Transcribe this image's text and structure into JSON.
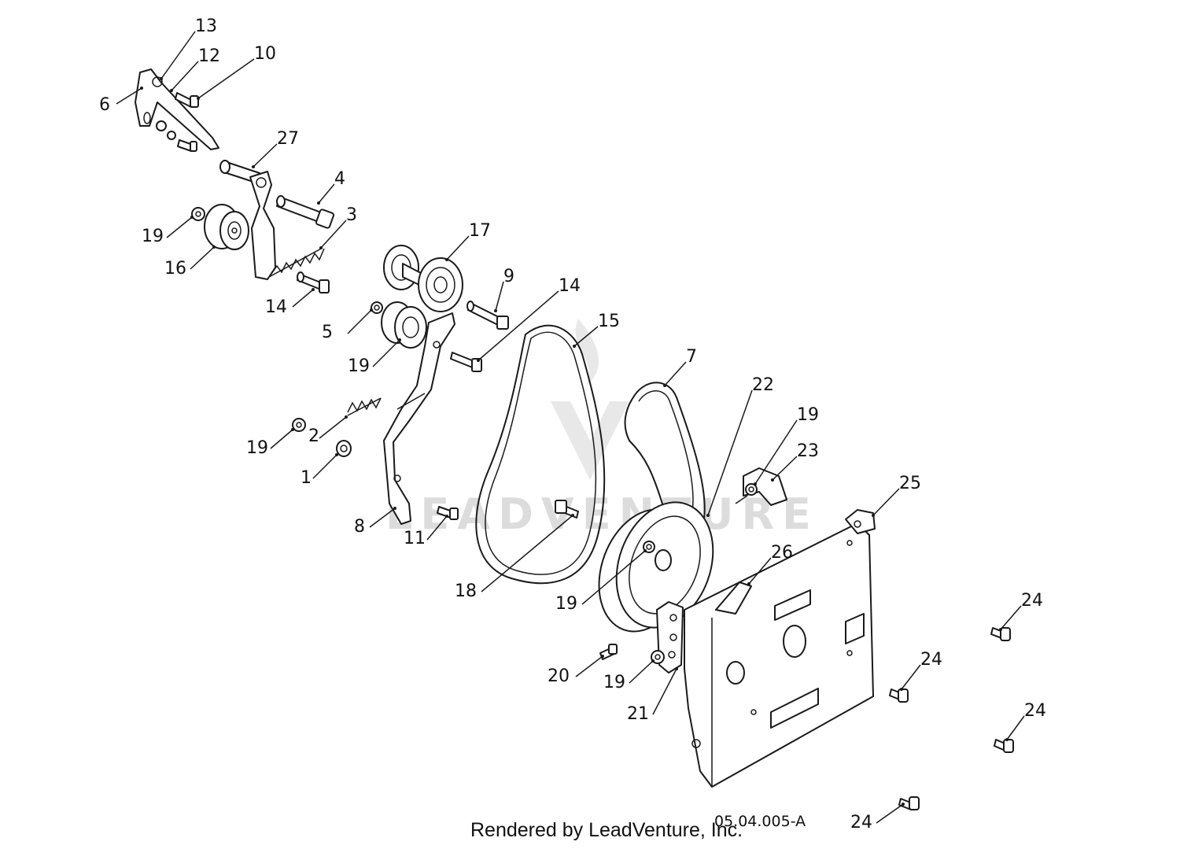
{
  "diagram": {
    "callouts": [
      "13",
      "12",
      "10",
      "6",
      "27",
      "4",
      "3",
      "19",
      "16",
      "17",
      "14",
      "9",
      "14",
      "5",
      "19",
      "15",
      "7",
      "22",
      "19",
      "23",
      "19",
      "2",
      "1",
      "25",
      "8",
      "11",
      "26",
      "18",
      "19",
      "24",
      "24",
      "20",
      "19",
      "21",
      "24",
      "24"
    ]
  },
  "watermark": {
    "logo_text": "LEADVENTURE"
  },
  "footer": {
    "rendered_by": "Rendered by LeadVenture, Inc.",
    "diagram_code": "05.04.005-A"
  }
}
